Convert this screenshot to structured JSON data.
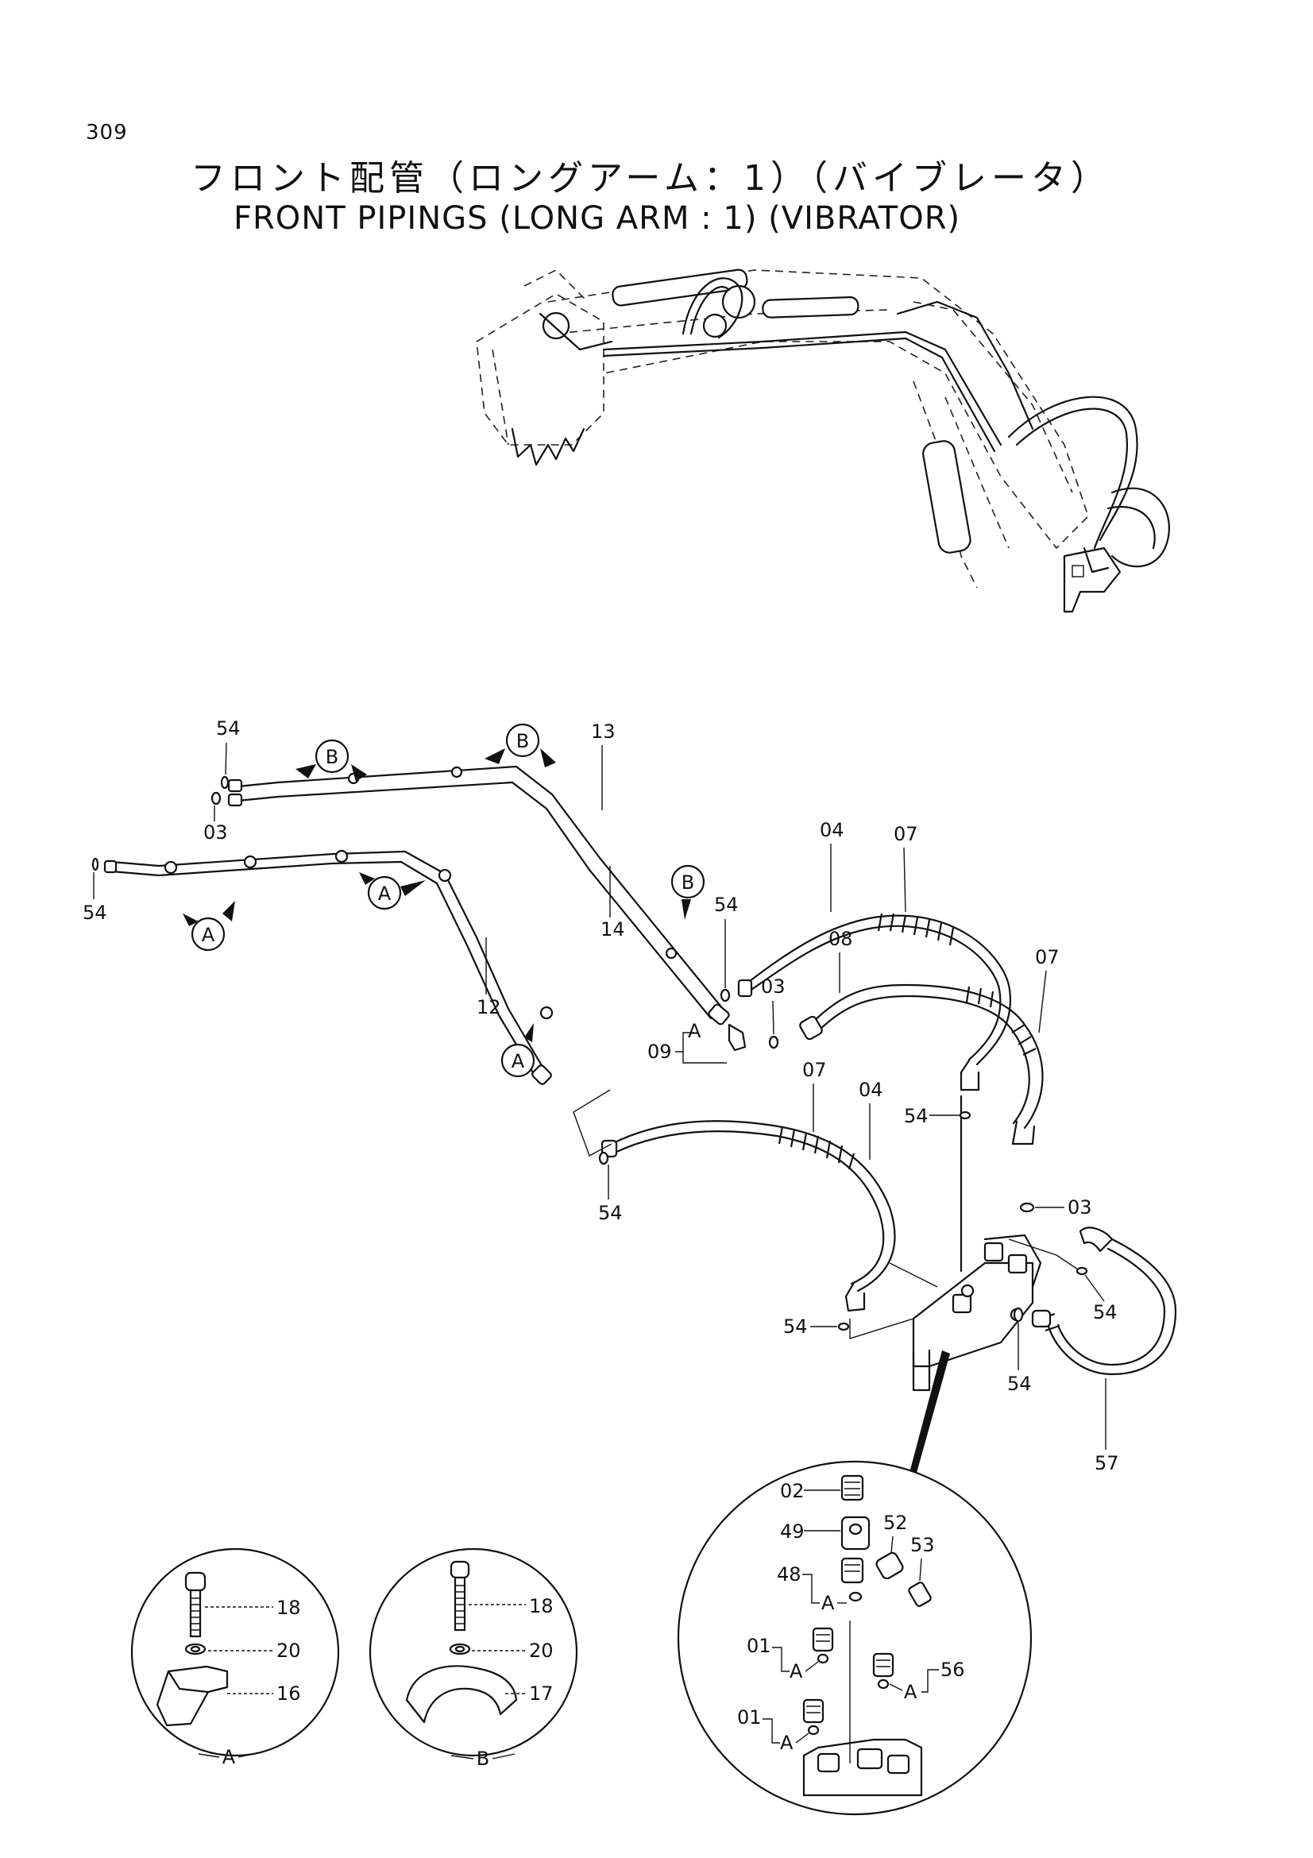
{
  "header": {
    "page_number": "309",
    "title_jp": "フロント配管（ロングアーム：1）（バイブレータ）",
    "title_en": "FRONT PIPINGS (LONG ARM : 1) (VIBRATOR)"
  },
  "callouts": {
    "p54_top": "54",
    "p03_top": "03",
    "p54_left": "54",
    "p13": "13",
    "p14": "14",
    "p12": "12",
    "p54_mid": "54",
    "p03_mid": "03",
    "p09": "09",
    "p04_top": "04",
    "p07_top": "07",
    "p08": "08",
    "p07_right": "07",
    "p07_mid": "07",
    "p04_mid": "04",
    "p54_valve": "54",
    "p54_hose": "54",
    "p03_valve": "03",
    "p54_right": "54",
    "p54_bottom_left": "54",
    "p54_under": "54",
    "p57": "57"
  },
  "view_letters": {
    "b1": "B",
    "b2": "B",
    "b3": "B",
    "a1": "A",
    "a2": "A",
    "a3": "A",
    "sub_a_9": "A",
    "sub_a_48": "A",
    "sub_a_01a": "A",
    "sub_a_01b": "A",
    "sub_a_56": "A"
  },
  "detail_valve": {
    "p02": "02",
    "p49": "49",
    "p52": "52",
    "p53": "53",
    "p48": "48",
    "p01a": "01",
    "p01b": "01",
    "p56": "56"
  },
  "detail_a": {
    "p18": "18",
    "p20": "20",
    "p16": "16",
    "caption": "A"
  },
  "detail_b": {
    "p18": "18",
    "p20": "20",
    "p17": "17",
    "caption": "B"
  }
}
